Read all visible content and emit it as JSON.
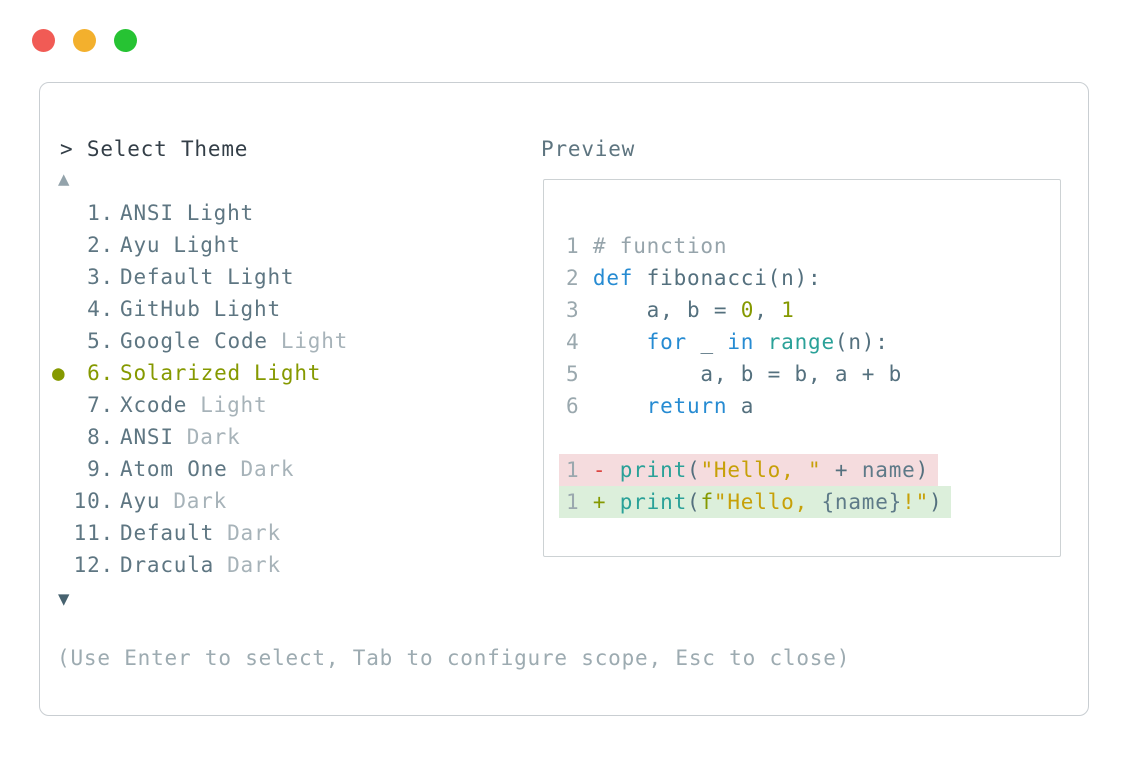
{
  "traffic_lights": [
    {
      "name": "close",
      "color": "#f15b55"
    },
    {
      "name": "minimize",
      "color": "#f3b02d"
    },
    {
      "name": "maximize",
      "color": "#26c333"
    }
  ],
  "palette": {
    "prompt": "> Select Theme",
    "scroll_up_glyph": "▲",
    "scroll_down_glyph": "▼",
    "bullet_glyph": "●",
    "help": "(Use Enter to select, Tab to configure scope, Esc to close)",
    "colors": {
      "prompt": "#333e47",
      "item": "#5e7682",
      "item_dim": "#a7b3b9",
      "item_selected": "#859900"
    },
    "items": [
      {
        "number": "1.",
        "name": "ANSI",
        "suffix": "Light",
        "dim_suffix": false,
        "selected": false
      },
      {
        "number": "2.",
        "name": "Ayu",
        "suffix": "Light",
        "dim_suffix": false,
        "selected": false
      },
      {
        "number": "3.",
        "name": "Default",
        "suffix": "Light",
        "dim_suffix": false,
        "selected": false
      },
      {
        "number": "4.",
        "name": "GitHub",
        "suffix": "Light",
        "dim_suffix": false,
        "selected": false
      },
      {
        "number": "5.",
        "name": "Google Code",
        "suffix": "Light",
        "dim_suffix": true,
        "selected": false
      },
      {
        "number": "6.",
        "name": "Solarized",
        "suffix": "Light",
        "dim_suffix": false,
        "selected": true
      },
      {
        "number": "7.",
        "name": "Xcode",
        "suffix": "Light",
        "dim_suffix": true,
        "selected": false
      },
      {
        "number": "8.",
        "name": "ANSI",
        "suffix": "Dark",
        "dim_suffix": true,
        "selected": false
      },
      {
        "number": "9.",
        "name": "Atom One",
        "suffix": "Dark",
        "dim_suffix": true,
        "selected": false
      },
      {
        "number": "10.",
        "name": "Ayu",
        "suffix": "Dark",
        "dim_suffix": true,
        "selected": false
      },
      {
        "number": "11.",
        "name": "Default",
        "suffix": "Dark",
        "dim_suffix": true,
        "selected": false
      },
      {
        "number": "12.",
        "name": "Dracula",
        "suffix": "Dark",
        "dim_suffix": true,
        "selected": false
      }
    ]
  },
  "preview": {
    "label": "Preview",
    "token_colors": {
      "ln": "#9aa8ae",
      "comment": "#96a4ab",
      "kw": "#268bd2",
      "fn": "#2aa198",
      "num": "#859900",
      "str": "#c7a008",
      "body": "#54707e",
      "var": "#5e7a88",
      "minus": "#dc4440",
      "plus": "#859900"
    },
    "diff_bg": {
      "removed": "#f5dcde",
      "added": "#dcefdb"
    },
    "lines": [
      {
        "tokens": [
          {
            "c": "ln",
            "t": "1 "
          },
          {
            "c": "comment",
            "t": "# function"
          }
        ]
      },
      {
        "tokens": [
          {
            "c": "ln",
            "t": "2 "
          },
          {
            "c": "kw",
            "t": "def"
          },
          {
            "c": "body",
            "t": " fibonacci(n):"
          }
        ]
      },
      {
        "tokens": [
          {
            "c": "ln",
            "t": "3 "
          },
          {
            "c": "body",
            "t": "    a, b = "
          },
          {
            "c": "num",
            "t": "0"
          },
          {
            "c": "body",
            "t": ", "
          },
          {
            "c": "num",
            "t": "1"
          }
        ]
      },
      {
        "tokens": [
          {
            "c": "ln",
            "t": "4 "
          },
          {
            "c": "body",
            "t": "    "
          },
          {
            "c": "kw",
            "t": "for"
          },
          {
            "c": "body",
            "t": " _ "
          },
          {
            "c": "kw",
            "t": "in"
          },
          {
            "c": "body",
            "t": " "
          },
          {
            "c": "fn",
            "t": "range"
          },
          {
            "c": "body",
            "t": "(n):"
          }
        ]
      },
      {
        "tokens": [
          {
            "c": "ln",
            "t": "5 "
          },
          {
            "c": "body",
            "t": "        a, b = b, a + b"
          }
        ]
      },
      {
        "tokens": [
          {
            "c": "ln",
            "t": "6 "
          },
          {
            "c": "body",
            "t": "    "
          },
          {
            "c": "kw",
            "t": "return"
          },
          {
            "c": "body",
            "t": " a"
          }
        ]
      },
      {
        "blank": true,
        "tokens": []
      },
      {
        "bg": "removed",
        "tokens": [
          {
            "c": "ln",
            "t": "1 "
          },
          {
            "c": "minus",
            "t": "-"
          },
          {
            "c": "body",
            "t": " "
          },
          {
            "c": "fn",
            "t": "print"
          },
          {
            "c": "body",
            "t": "("
          },
          {
            "c": "str",
            "t": "\"Hello, \""
          },
          {
            "c": "body",
            "t": " + "
          },
          {
            "c": "var",
            "t": "name"
          },
          {
            "c": "body",
            "t": ")"
          }
        ]
      },
      {
        "bg": "added",
        "tokens": [
          {
            "c": "ln",
            "t": "1 "
          },
          {
            "c": "plus",
            "t": "+"
          },
          {
            "c": "body",
            "t": " "
          },
          {
            "c": "fn",
            "t": "print"
          },
          {
            "c": "body",
            "t": "("
          },
          {
            "c": "plus",
            "t": "f"
          },
          {
            "c": "str",
            "t": "\"Hello, "
          },
          {
            "c": "var",
            "t": "{name}"
          },
          {
            "c": "str",
            "t": "!\""
          },
          {
            "c": "body",
            "t": ")"
          }
        ]
      }
    ]
  }
}
